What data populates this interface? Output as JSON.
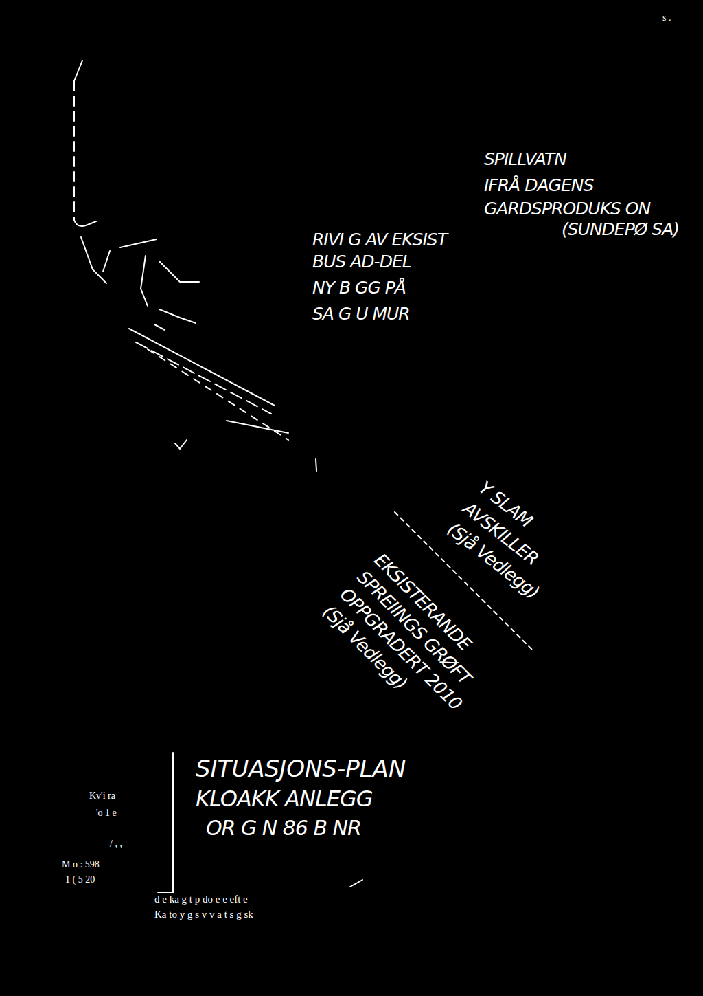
{
  "diagram": {
    "title": "SITUASJONS-PLAN",
    "labels": [
      "SPILLVATN",
      "IFRÅ DAGENS",
      "GARDSPRODUKS ON",
      "(SUNDEPØ SA)",
      "RIVI G AV EKSIST",
      "BUS AD-DEL",
      "NY B GG PÅ",
      "SA G U MUR",
      "Y SLAM",
      "AVSKILLER",
      "(Sjå Vedlegg)",
      "EKSISTERANDE",
      "SPREIINGS GRØFT",
      "OPPGRADERT 2010",
      "(Sjå Vedlegg)",
      "KLOAKK ANLEGG",
      "OR G N 86 B NR",
      "Kv'i ra",
      "'o 1 e",
      "/ , ,",
      "M o : 598",
      "1 ( 5 20",
      "d e ka g t p do e e eft e",
      "Ka to y g s v v a t s g sk",
      "s ."
    ]
  }
}
